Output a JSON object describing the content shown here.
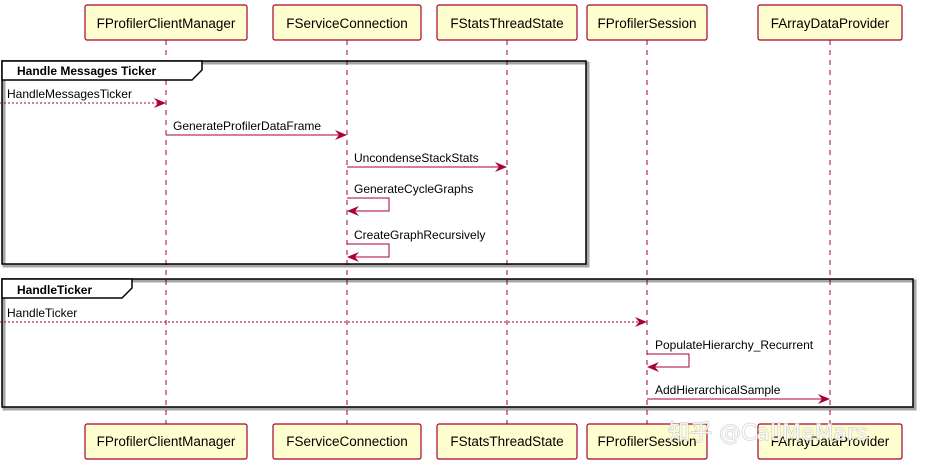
{
  "participants": [
    {
      "id": "client",
      "label": "FProfilerClientManager"
    },
    {
      "id": "conn",
      "label": "FServiceConnection"
    },
    {
      "id": "stats",
      "label": "FStatsThreadState"
    },
    {
      "id": "session",
      "label": "FProfilerSession"
    },
    {
      "id": "provider",
      "label": "FArrayDataProvider"
    }
  ],
  "groups": [
    {
      "label": "Handle Messages Ticker"
    },
    {
      "label": "HandleTicker"
    }
  ],
  "messages": [
    {
      "label": "HandleMessagesTicker",
      "from": null,
      "to": "client",
      "style": "dashed"
    },
    {
      "label": "GenerateProfilerDataFrame",
      "from": "client",
      "to": "conn",
      "style": "solid"
    },
    {
      "label": "UncondenseStackStats",
      "from": "conn",
      "to": "stats",
      "style": "solid"
    },
    {
      "label": "GenerateCycleGraphs",
      "from": "conn",
      "to": "conn",
      "style": "self"
    },
    {
      "label": "CreateGraphRecursively",
      "from": "conn",
      "to": "conn",
      "style": "self"
    },
    {
      "label": "HandleTicker",
      "from": null,
      "to": "session",
      "style": "dashed"
    },
    {
      "label": "PopulateHierarchy_Recurrent",
      "from": "session",
      "to": "session",
      "style": "self"
    },
    {
      "label": "AddHierarchicalSample",
      "from": "session",
      "to": "provider",
      "style": "solid"
    }
  ],
  "watermark": "知乎 @CallMeMars",
  "colors": {
    "accent": "#a80036",
    "participant_fill": "#fefece"
  }
}
